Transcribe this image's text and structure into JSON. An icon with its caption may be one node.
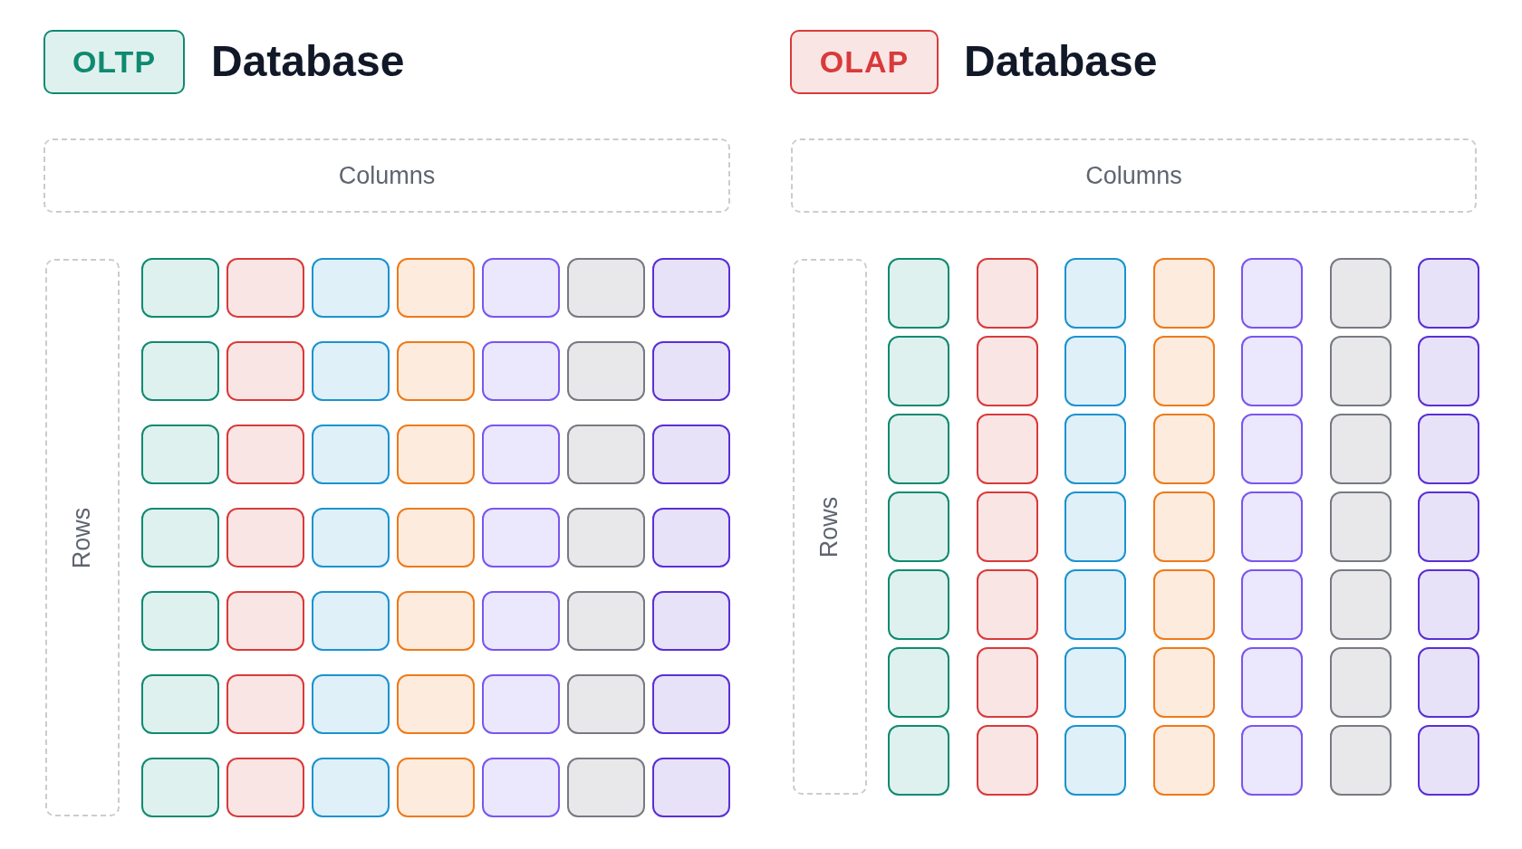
{
  "diagram": {
    "nodes": [
      {
        "text": [
          "OLTP"
        ]
      },
      {
        "text": [
          "Columns"
        ]
      },
      {
        "text": [
          "Rows"
        ]
      },
      {
        "text": [],
        "shape": "box"
      },
      {
        "text": [],
        "shape": "box"
      },
      {
        "text": [],
        "shape": "box"
      },
      {
        "text": [],
        "shape": "box"
      },
      {
        "text": [],
        "shape": "box"
      },
      {
        "text": [],
        "shape": "box"
      },
      {
        "text": [],
        "shape": "box"
      },
      {
        "text": [],
        "shape": "box"
      },
      {
        "text": [],
        "shape": "box"
      },
      {
        "text": [],
        "shape": "box"
      },
      {
        "text": [],
        "shape": "box"
      },
      {
        "text": [],
        "shape": "box"
      },
      {
        "text": [],
        "shape": "box"
      },
      {
        "text": [],
        "shape": "box"
      },
      {
        "text": [],
        "shape": "box"
      },
      {
        "text": [],
        "shape": "box"
      },
      {
        "text": [],
        "shape": "box"
      },
      {
        "text": [],
        "shape": "box"
      },
      {
        "text": [],
        "shape": "box"
      },
      {
        "text": [],
        "shape": "box"
      },
      {
        "text": [],
        "shape": "box"
      },
      {
        "text": [],
        "shape": "box"
      },
      {
        "text": [],
        "shape": "box"
      },
      {
        "text": [],
        "shape": "box"
      },
      {
        "text": [],
        "shape": "box"
      },
      {
        "text": [],
        "shape": "box"
      },
      {
        "text": [],
        "shape": "box"
      },
      {
        "text": [],
        "shape": "box"
      },
      {
        "text": [],
        "shape": "box"
      },
      {
        "text": [],
        "shape": "box"
      },
      {
        "text": [],
        "shape": "box"
      },
      {
        "text": [],
        "shape": "box"
      },
      {
        "text": [],
        "shape": "box"
      },
      {
        "text": [],
        "shape": "box"
      },
      {
        "text": [],
        "shape": "box"
      },
      {
        "text": [],
        "shape": "box"
      },
      {
        "text": [],
        "shape": "box"
      },
      {
        "text": [],
        "shape": "box"
      },
      {
        "text": [],
        "shape": "box"
      },
      {
        "text": [],
        "shape": "box"
      },
      {
        "text": [],
        "shape": "box"
      },
      {
        "text": [],
        "shape": "box"
      },
      {
        "text": [],
        "shape": "box"
      },
      {
        "text": [],
        "shape": "box"
      },
      {
        "text": [],
        "shape": "box"
      },
      {
        "text": [],
        "shape": "box"
      },
      {
        "text": [],
        "shape": "box"
      },
      {
        "text": [],
        "shape": "box"
      },
      {
        "text": [],
        "shape": "box"
      },
      {
        "text": [
          "OLAP"
        ]
      },
      {
        "text": [
          "Columns"
        ]
      },
      {
        "text": [
          "Rows"
        ]
      },
      {
        "text": [],
        "shape": "box"
      },
      {
        "text": [],
        "shape": "box"
      },
      {
        "text": [],
        "shape": "box"
      },
      {
        "text": [],
        "shape": "box"
      },
      {
        "text": [],
        "shape": "box"
      },
      {
        "text": [],
        "shape": "box"
      },
      {
        "text": [],
        "shape": "box"
      },
      {
        "text": [],
        "shape": "box"
      },
      {
        "text": [],
        "shape": "box"
      },
      {
        "text": [],
        "shape": "box"
      },
      {
        "text": [],
        "shape": "box"
      },
      {
        "text": [],
        "shape": "box"
      },
      {
        "text": [],
        "shape": "box"
      },
      {
        "text": [],
        "shape": "box"
      },
      {
        "text": [],
        "shape": "box"
      },
      {
        "text": [],
        "shape": "box"
      },
      {
        "text": [],
        "shape": "box"
      },
      {
        "text": [],
        "shape": "box"
      },
      {
        "text": [],
        "shape": "box"
      },
      {
        "text": [],
        "shape": "box"
      },
      {
        "text": [],
        "shape": "box"
      },
      {
        "text": [],
        "shape": "box"
      },
      {
        "text": [],
        "shape": "box"
      },
      {
        "text": [],
        "shape": "box"
      },
      {
        "text": [],
        "shape": "box"
      },
      {
        "text": [],
        "shape": "box"
      },
      {
        "text": [],
        "shape": "box"
      },
      {
        "text": [],
        "shape": "box"
      },
      {
        "text": [],
        "shape": "box"
      },
      {
        "text": [],
        "shape": "box"
      },
      {
        "text": [],
        "shape": "box"
      },
      {
        "text": [],
        "shape": "box"
      },
      {
        "text": [],
        "shape": "box"
      },
      {
        "text": [],
        "shape": "box"
      },
      {
        "text": [],
        "shape": "box"
      },
      {
        "text": [],
        "shape": "box"
      },
      {
        "text": [],
        "shape": "box"
      },
      {
        "text": [],
        "shape": "box"
      },
      {
        "text": [],
        "shape": "box"
      },
      {
        "text": [],
        "shape": "box"
      },
      {
        "text": [],
        "shape": "box"
      },
      {
        "text": [],
        "shape": "box"
      },
      {
        "text": [],
        "shape": "box"
      },
      {
        "text": [],
        "shape": "box"
      },
      {
        "text": [],
        "shape": "box"
      },
      {
        "text": [],
        "shape": "box"
      },
      {
        "text": [],
        "shape": "box"
      },
      {
        "text": [],
        "shape": "box"
      },
      {
        "text": [],
        "shape": "box"
      }
    ],
    "labels": [
      "Database",
      "Database"
    ]
  }
}
